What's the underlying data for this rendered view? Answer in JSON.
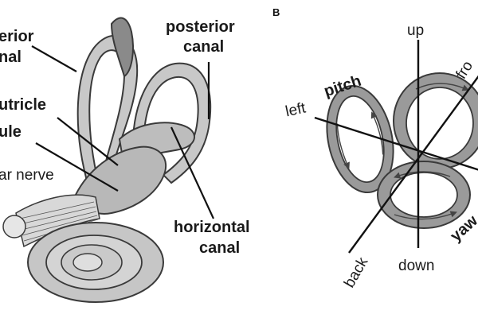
{
  "panel_a": {
    "labels": {
      "anterior_canal": [
        "erior",
        "nal"
      ],
      "posterior_canal": [
        "posterior",
        "canal"
      ],
      "utricle": "utricle",
      "saccule": "ule",
      "nerve": "ar nerve",
      "horizontal_canal": [
        "horizontal",
        "canal"
      ]
    }
  },
  "panel_b": {
    "letter": "B",
    "labels": {
      "up": "up",
      "down": "down",
      "left": "left",
      "front": "fro",
      "back": "back",
      "pitch": "pitch",
      "yaw": "yaw"
    }
  },
  "colors": {
    "canal_fill": "#c8c8c8",
    "dark_fill": "#8a8a8a",
    "stroke": "#3a3a3a",
    "ring_fill": "#9a9a9a"
  }
}
